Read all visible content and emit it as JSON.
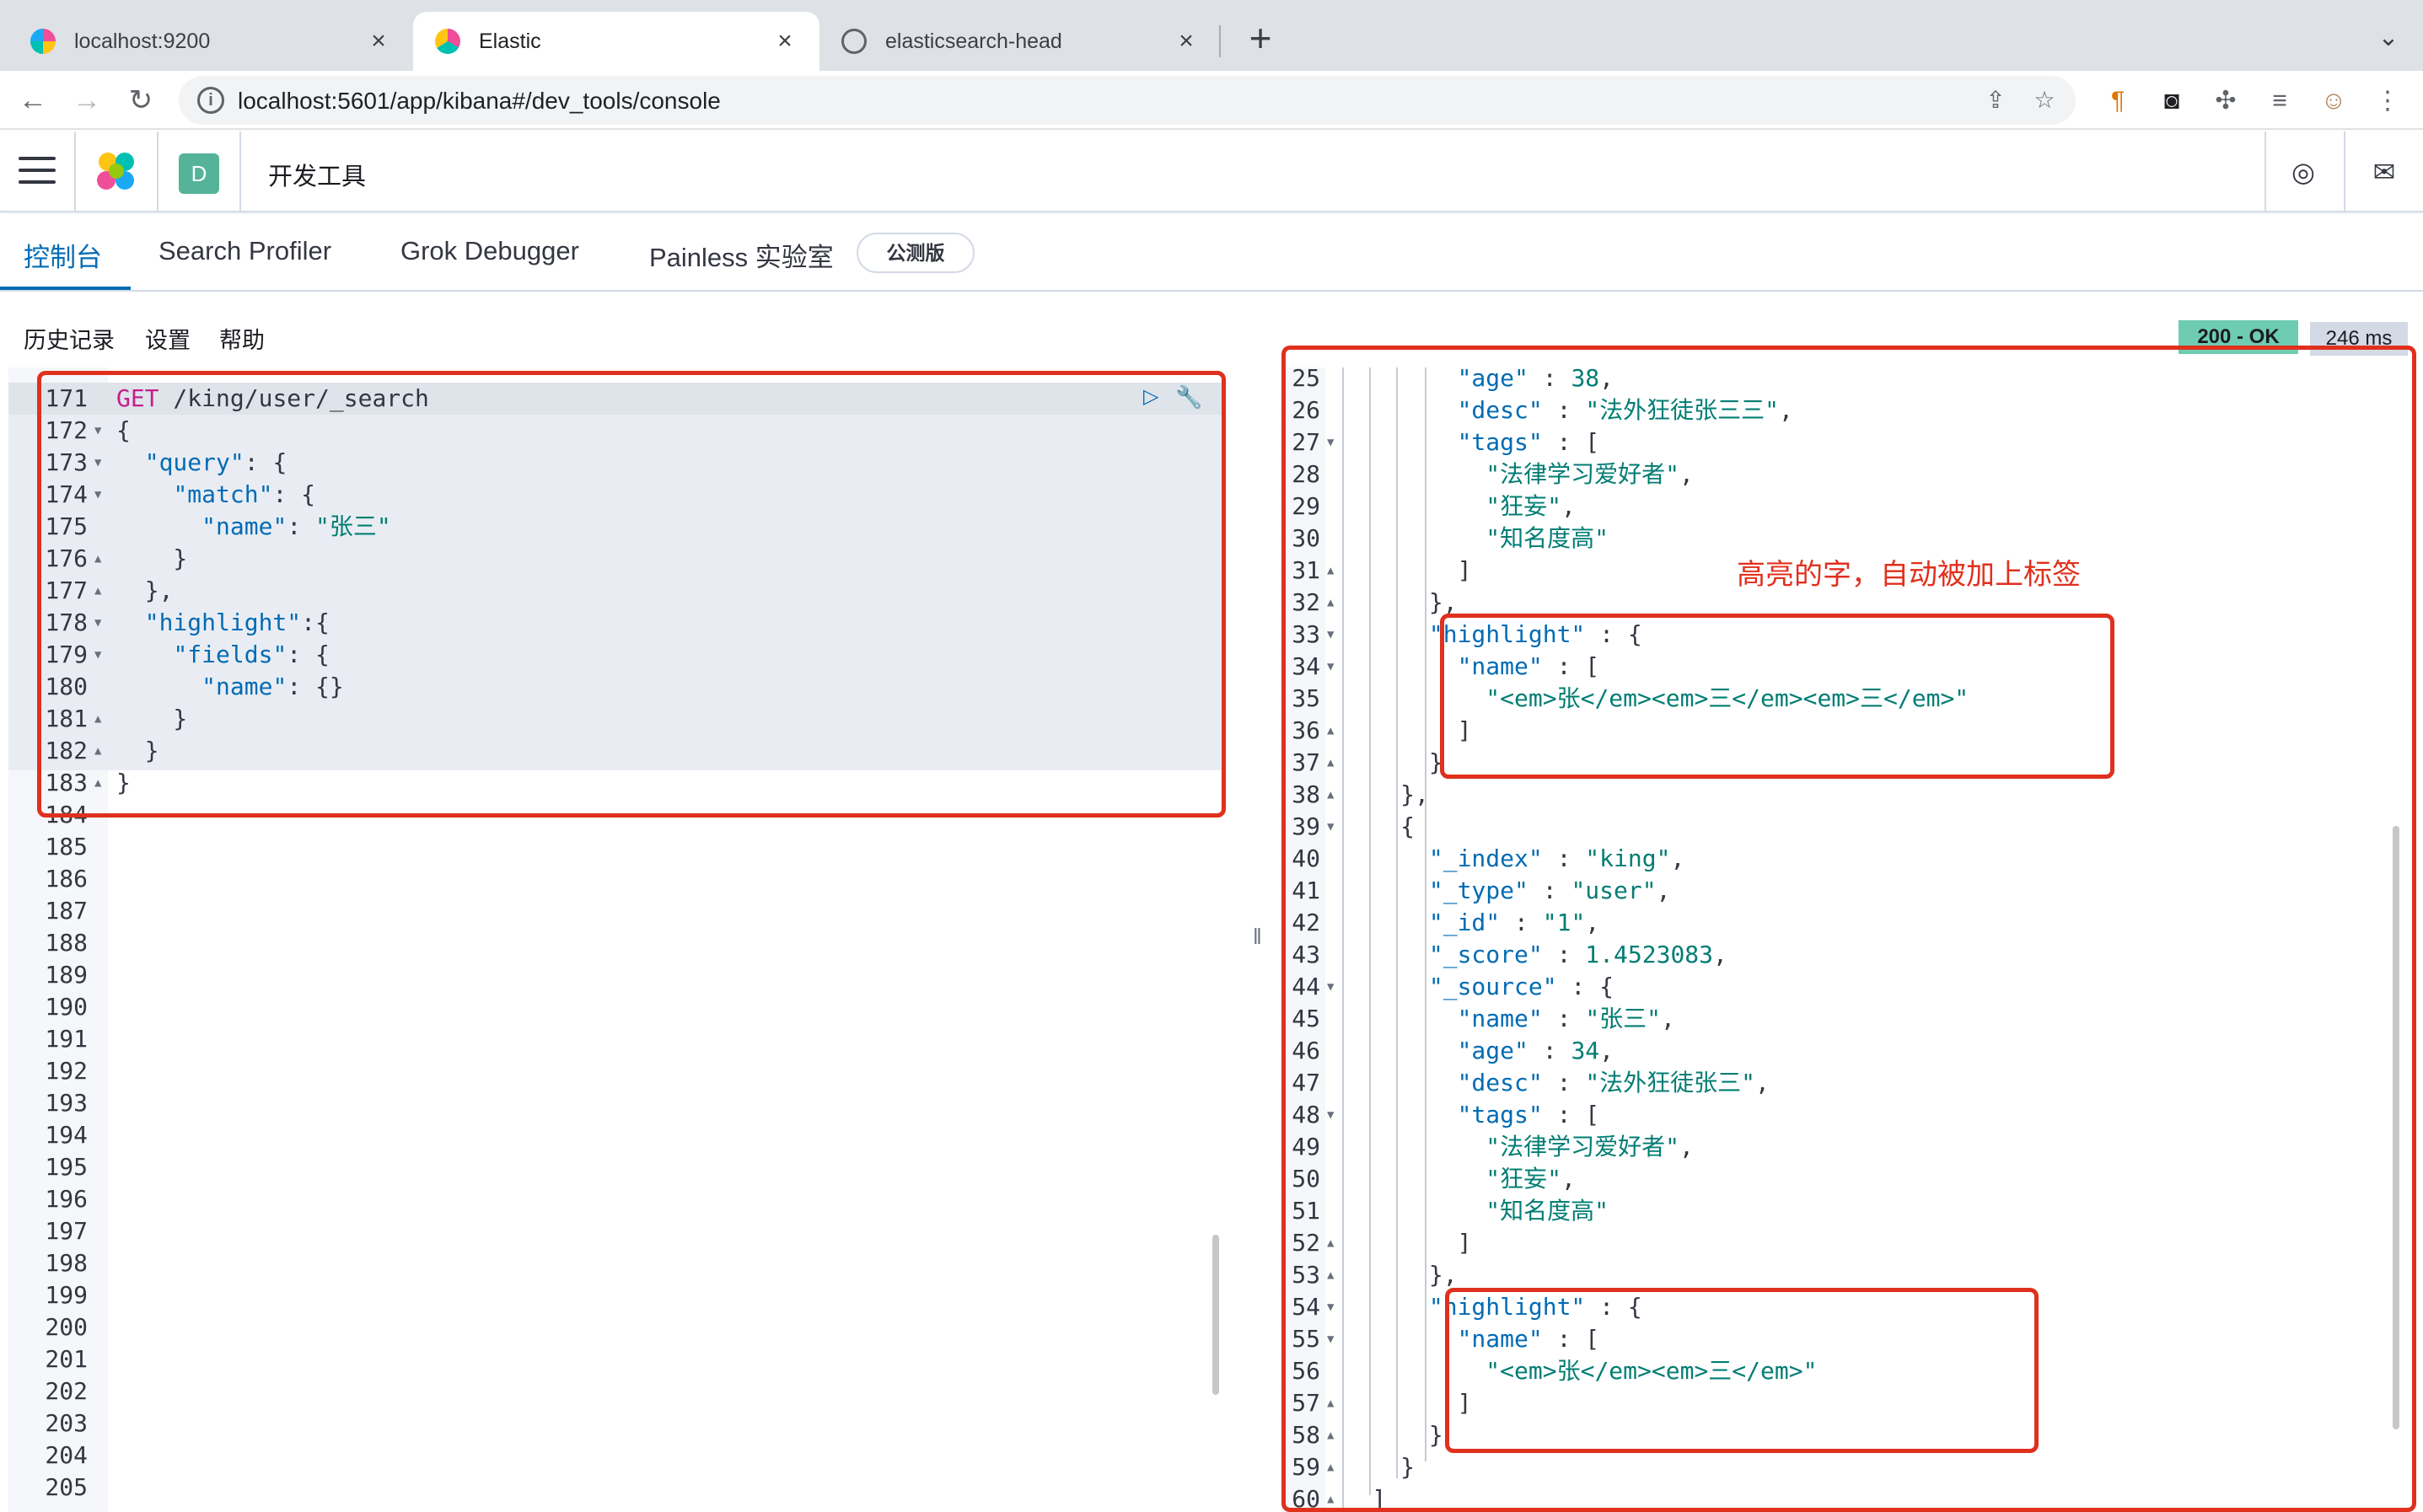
{
  "browser": {
    "tabs": [
      {
        "title": "localhost:9200",
        "icon": "elastic-icon"
      },
      {
        "title": "Elastic",
        "icon": "kibana-icon"
      },
      {
        "title": "elasticsearch-head",
        "icon": "globe-icon"
      }
    ],
    "url": "localhost:5601/app/kibana#/dev_tools/console",
    "new_tab": "+",
    "tab_menu": "⌄"
  },
  "kibana": {
    "space_initial": "D",
    "app_title": "开发工具",
    "tabs": [
      "控制台",
      "Search Profiler",
      "Grok Debugger",
      "Painless 实验室"
    ],
    "beta_badge": "公测版",
    "menu": [
      "历史记录",
      "设置",
      "帮助"
    ],
    "status": "200 - OK",
    "timing": "246 ms",
    "colors": {
      "accent": "#006bb4",
      "status_ok": "#6dccb1",
      "annotation": "#e0301e"
    }
  },
  "annotation": "高亮的字，自动被加上标签",
  "request_lines": [
    {
      "n": "171",
      "code": "GET /king/user/_search"
    },
    {
      "n": "172",
      "code": "{"
    },
    {
      "n": "173",
      "code": "  \"query\": {"
    },
    {
      "n": "174",
      "code": "    \"match\": {"
    },
    {
      "n": "175",
      "code": "      \"name\": \"张三\""
    },
    {
      "n": "176",
      "code": "    }"
    },
    {
      "n": "177",
      "code": "  },"
    },
    {
      "n": "178",
      "code": "  \"highlight\":{"
    },
    {
      "n": "179",
      "code": "    \"fields\": {"
    },
    {
      "n": "180",
      "code": "      \"name\": {}"
    },
    {
      "n": "181",
      "code": "    }"
    },
    {
      "n": "182",
      "code": "  }"
    },
    {
      "n": "183",
      "code": "}"
    },
    {
      "n": "184",
      "code": ""
    },
    {
      "n": "185",
      "code": ""
    },
    {
      "n": "186",
      "code": ""
    },
    {
      "n": "187",
      "code": ""
    },
    {
      "n": "188",
      "code": ""
    },
    {
      "n": "189",
      "code": ""
    },
    {
      "n": "190",
      "code": ""
    },
    {
      "n": "191",
      "code": ""
    },
    {
      "n": "192",
      "code": ""
    },
    {
      "n": "193",
      "code": ""
    },
    {
      "n": "194",
      "code": ""
    },
    {
      "n": "195",
      "code": ""
    },
    {
      "n": "196",
      "code": ""
    },
    {
      "n": "197",
      "code": ""
    },
    {
      "n": "198",
      "code": ""
    },
    {
      "n": "199",
      "code": ""
    },
    {
      "n": "200",
      "code": ""
    },
    {
      "n": "201",
      "code": ""
    },
    {
      "n": "202",
      "code": ""
    },
    {
      "n": "203",
      "code": ""
    },
    {
      "n": "204",
      "code": ""
    },
    {
      "n": "205",
      "code": ""
    }
  ],
  "response_lines": [
    {
      "n": "25",
      "code": "          \"age\" : 38,"
    },
    {
      "n": "26",
      "code": "          \"desc\" : \"法外狂徒张三三\","
    },
    {
      "n": "27",
      "code": "          \"tags\" : ["
    },
    {
      "n": "28",
      "code": "            \"法律学习爱好者\","
    },
    {
      "n": "29",
      "code": "            \"狂妄\","
    },
    {
      "n": "30",
      "code": "            \"知名度高\""
    },
    {
      "n": "31",
      "code": "          ]"
    },
    {
      "n": "32",
      "code": "        },"
    },
    {
      "n": "33",
      "code": "        \"highlight\" : {"
    },
    {
      "n": "34",
      "code": "          \"name\" : ["
    },
    {
      "n": "35",
      "code": "            \"<em>张</em><em>三</em><em>三</em>\""
    },
    {
      "n": "36",
      "code": "          ]"
    },
    {
      "n": "37",
      "code": "        }"
    },
    {
      "n": "38",
      "code": "      },"
    },
    {
      "n": "39",
      "code": "      {"
    },
    {
      "n": "40",
      "code": "        \"_index\" : \"king\","
    },
    {
      "n": "41",
      "code": "        \"_type\" : \"user\","
    },
    {
      "n": "42",
      "code": "        \"_id\" : \"1\","
    },
    {
      "n": "43",
      "code": "        \"_score\" : 1.4523083,"
    },
    {
      "n": "44",
      "code": "        \"_source\" : {"
    },
    {
      "n": "45",
      "code": "          \"name\" : \"张三\","
    },
    {
      "n": "46",
      "code": "          \"age\" : 34,"
    },
    {
      "n": "47",
      "code": "          \"desc\" : \"法外狂徒张三\","
    },
    {
      "n": "48",
      "code": "          \"tags\" : ["
    },
    {
      "n": "49",
      "code": "            \"法律学习爱好者\","
    },
    {
      "n": "50",
      "code": "            \"狂妄\","
    },
    {
      "n": "51",
      "code": "            \"知名度高\""
    },
    {
      "n": "52",
      "code": "          ]"
    },
    {
      "n": "53",
      "code": "        },"
    },
    {
      "n": "54",
      "code": "        \"highlight\" : {"
    },
    {
      "n": "55",
      "code": "          \"name\" : ["
    },
    {
      "n": "56",
      "code": "            \"<em>张</em><em>三</em>\""
    },
    {
      "n": "57",
      "code": "          ]"
    },
    {
      "n": "58",
      "code": "        }"
    },
    {
      "n": "59",
      "code": "      }"
    },
    {
      "n": "60",
      "code": "    ]"
    }
  ]
}
